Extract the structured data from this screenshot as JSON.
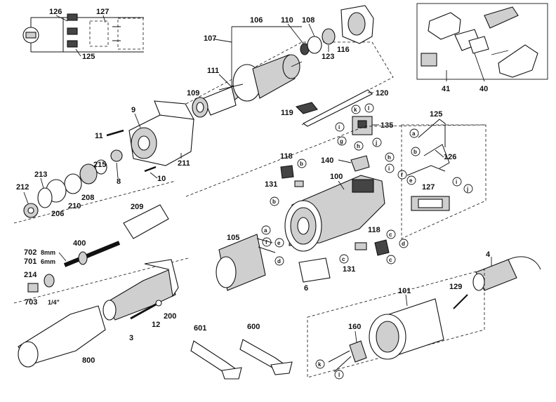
{
  "labels": {
    "p126": "126",
    "p127": "127",
    "p125a": "125",
    "p106": "106",
    "p107": "107",
    "p110": "110",
    "p108": "108",
    "p111": "111",
    "p116": "116",
    "p123": "123",
    "p109": "109",
    "p120": "120",
    "p119": "119",
    "p135": "135",
    "p125b": "125",
    "p126b": "126",
    "p127b": "127",
    "p140": "140",
    "p118a": "118",
    "p131a": "131",
    "p100": "100",
    "p105": "105",
    "p6": "6",
    "p118b": "118",
    "p131b": "131",
    "p4": "4",
    "p129": "129",
    "p101": "101",
    "p160": "160",
    "p41": "41",
    "p40": "40",
    "p9": "9",
    "p11": "11",
    "p211": "211",
    "p10": "10",
    "p213": "213",
    "p212": "212",
    "p215": "215",
    "p8": "8",
    "p206": "206",
    "p210": "210",
    "p208": "208",
    "p209": "209",
    "p400": "400",
    "p702": "702",
    "p701": "701",
    "p214": "214",
    "p703": "703",
    "p3": "3",
    "p12": "12",
    "p200": "200",
    "p800": "800",
    "p601": "601",
    "p600": "600"
  },
  "dimensions": {
    "d8mm": "8mm",
    "d6mm": "6mm",
    "d14in": "1/4\""
  },
  "connectors": {
    "a": "a",
    "b": "b",
    "c": "c",
    "d": "d",
    "e": "e",
    "f": "f",
    "g": "g",
    "h": "h",
    "i": "i",
    "j": "j",
    "k": "k",
    "l": "l"
  }
}
